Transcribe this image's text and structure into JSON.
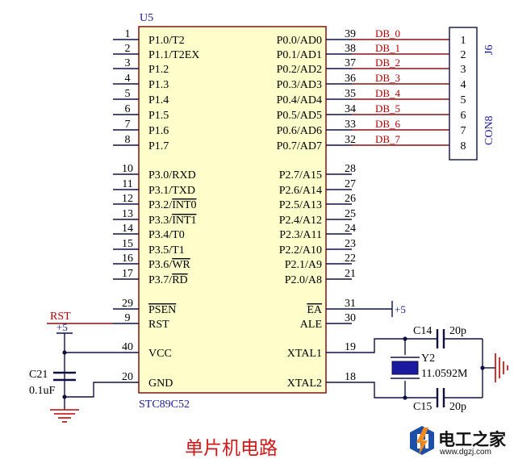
{
  "chip": {
    "designator": "U5",
    "part": "STC89C52",
    "fill": "#ffffcc",
    "border": "#8b2020",
    "left_pins": [
      {
        "num": "1",
        "name": "P1.0/T2",
        "overbar": ""
      },
      {
        "num": "2",
        "name": "P1.1/T2EX",
        "overbar": ""
      },
      {
        "num": "3",
        "name": "P1.2",
        "overbar": ""
      },
      {
        "num": "4",
        "name": "P1.3",
        "overbar": ""
      },
      {
        "num": "5",
        "name": "P1.4",
        "overbar": ""
      },
      {
        "num": "6",
        "name": "P1.5",
        "overbar": ""
      },
      {
        "num": "7",
        "name": "P1.6",
        "overbar": ""
      },
      {
        "num": "8",
        "name": "P1.7",
        "overbar": ""
      },
      {
        "num": "10",
        "name": "P3.0/RXD",
        "overbar": ""
      },
      {
        "num": "11",
        "name": "P3.1/TXD",
        "overbar": ""
      },
      {
        "num": "12",
        "name": "P3.2/",
        "overbar": "INT0"
      },
      {
        "num": "13",
        "name": "P3.3/",
        "overbar": "INT1"
      },
      {
        "num": "14",
        "name": "P3.4/T0",
        "overbar": ""
      },
      {
        "num": "15",
        "name": "P3.5/T1",
        "overbar": ""
      },
      {
        "num": "16",
        "name": "P3.6/",
        "overbar": "WR"
      },
      {
        "num": "17",
        "name": "P3.7/",
        "overbar": "RD"
      },
      {
        "num": "29",
        "name": "",
        "overbar": "PSEN"
      },
      {
        "num": "9",
        "name": "RST",
        "overbar": ""
      },
      {
        "num": "40",
        "name": "VCC",
        "overbar": ""
      },
      {
        "num": "20",
        "name": "GND",
        "overbar": ""
      }
    ],
    "right_pins": [
      {
        "num": "39",
        "name": "P0.0/AD0",
        "overbar": ""
      },
      {
        "num": "38",
        "name": "P0.1/AD1",
        "overbar": ""
      },
      {
        "num": "37",
        "name": "P0.2/AD2",
        "overbar": ""
      },
      {
        "num": "36",
        "name": "P0.3/AD3",
        "overbar": ""
      },
      {
        "num": "35",
        "name": "P0.4/AD4",
        "overbar": ""
      },
      {
        "num": "34",
        "name": "P0.5/AD5",
        "overbar": ""
      },
      {
        "num": "33",
        "name": "P0.6/AD6",
        "overbar": ""
      },
      {
        "num": "32",
        "name": "P0.7/AD7",
        "overbar": ""
      },
      {
        "num": "28",
        "name": "P2.7/A15",
        "overbar": ""
      },
      {
        "num": "27",
        "name": "P2.6/A14",
        "overbar": ""
      },
      {
        "num": "26",
        "name": "P2.5/A13",
        "overbar": ""
      },
      {
        "num": "25",
        "name": "P2.4/A12",
        "overbar": ""
      },
      {
        "num": "24",
        "name": "P2.3/A11",
        "overbar": ""
      },
      {
        "num": "23",
        "name": "P2.2/A10",
        "overbar": ""
      },
      {
        "num": "22",
        "name": "P2.1/A9",
        "overbar": ""
      },
      {
        "num": "21",
        "name": "P2.0/A8",
        "overbar": ""
      },
      {
        "num": "31",
        "name": "",
        "overbar": "EA"
      },
      {
        "num": "30",
        "name": "ALE",
        "overbar": ""
      },
      {
        "num": "19",
        "name": "XTAL1",
        "overbar": ""
      },
      {
        "num": "18",
        "name": "XTAL2",
        "overbar": ""
      }
    ]
  },
  "bus": {
    "net_labels": [
      "DB_0",
      "DB_1",
      "DB_2",
      "DB_3",
      "DB_4",
      "DB_5",
      "DB_6",
      "DB_7"
    ]
  },
  "connector": {
    "designator": "J6",
    "part": "CON8",
    "pins": [
      "1",
      "2",
      "3",
      "4",
      "5",
      "6",
      "7",
      "8"
    ]
  },
  "reset": {
    "net_label": "RST"
  },
  "power": {
    "vcc_label": "+5",
    "ea_label": "+5"
  },
  "decoupling": {
    "designator": "C21",
    "value": "0.1uF"
  },
  "crystal": {
    "designator": "Y2",
    "value": "11.0592M",
    "cap1_designator": "C14",
    "cap1_value": "20p",
    "cap2_designator": "C15",
    "cap2_value": "20p"
  },
  "caption": "单片机电路",
  "colors": {
    "designator_blue": "#1a1aa0",
    "net_red": "#b00000",
    "ground_red": "#c00000",
    "logo_blue": "#1d4fa8",
    "logo_orange": "#f08a1c"
  },
  "watermark": {
    "name": "电工之家",
    "url": "www.dgzj.com"
  }
}
